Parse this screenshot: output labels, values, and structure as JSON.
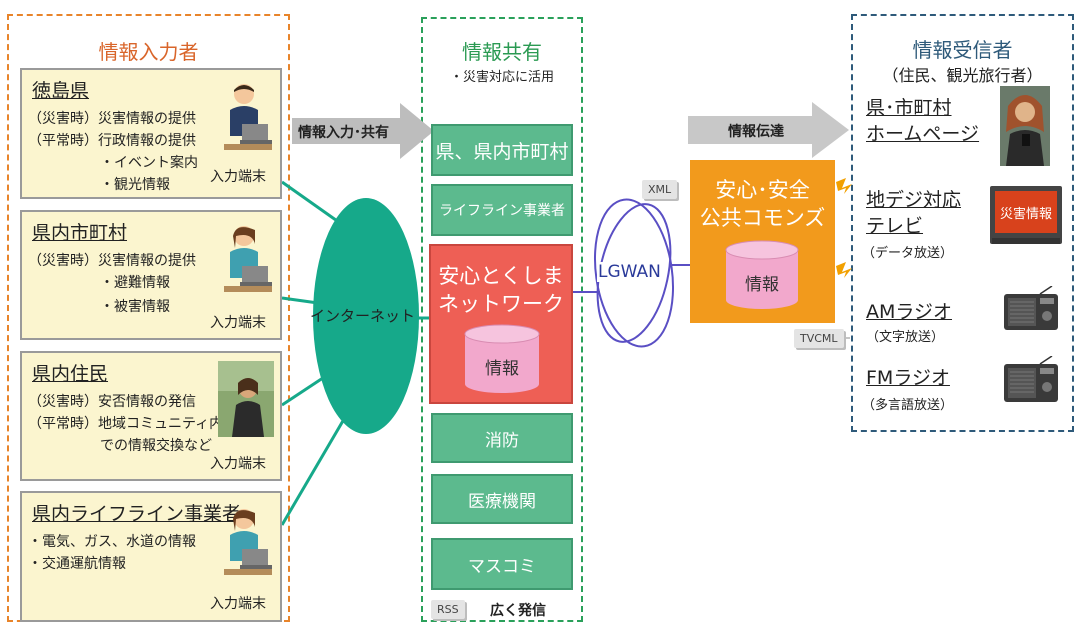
{
  "input_section": {
    "title": "情報入力者",
    "boxes": [
      {
        "title": "徳島県",
        "lines": [
          "（災害時）災害情報の提供",
          "（平常時）行政情報の提供",
          "・イベント案内",
          "・観光情報"
        ],
        "terminal": "入力端末"
      },
      {
        "title": "県内市町村",
        "lines": [
          "（災害時）災害情報の提供",
          "・避難情報",
          "・被害情報"
        ],
        "terminal": "入力端末"
      },
      {
        "title": "県内住民",
        "lines": [
          "（災害時）安否情報の発信",
          "（平常時）地域コミュニティ内",
          "での情報交換など"
        ],
        "terminal": "入力端末"
      },
      {
        "title": "県内ライフライン事業者",
        "lines": [
          "・電気、ガス、水道の情報",
          "・交通運航情報"
        ],
        "terminal": "入力端末"
      }
    ]
  },
  "internet_label": "インターネット",
  "input_arrow_label": "情報入力･共有",
  "share_section": {
    "title": "情報共有",
    "subtitle": "・災害対応に活用",
    "items": [
      "県、県内市町村",
      "ライフライン事業者",
      "消防",
      "医療機関",
      "マスコミ"
    ],
    "center_box": {
      "line1": "安心とくしま",
      "line2": "ネットワーク",
      "db_label": "情報"
    },
    "rss_label": "RSS",
    "broadcast_label": "広く発信"
  },
  "lgwan_label": "LGWAN",
  "xml_label": "XML",
  "tvcml_label": "TVCML",
  "transmit_arrow_label": "情報伝達",
  "commons": {
    "line1": "安心･安全",
    "line2": "公共コモンズ",
    "db_label": "情報"
  },
  "recv_section": {
    "title": "情報受信者",
    "subtitle": "（住民、観光旅行者）",
    "items": [
      {
        "line1": "県･市町村",
        "line2": "ホームページ",
        "sub": ""
      },
      {
        "line1": "地デジ対応",
        "line2": "テレビ",
        "sub": "（データ放送）"
      },
      {
        "line1": "AMラジオ",
        "line2": "",
        "sub": "（文字放送）"
      },
      {
        "line1": "FMラジオ",
        "line2": "",
        "sub": "（多言語放送）"
      }
    ],
    "tv_screen_text": "災害情報"
  },
  "colors": {
    "input_border": "#e8842a",
    "share_border": "#2aa05a",
    "recv_border": "#2e5a7a",
    "green_box": "#5cba8e",
    "red_box": "#ee5f55",
    "orange_box": "#f29a1c",
    "internet_ellipse": "#16a98a",
    "cylinder": "#f2a8cc"
  }
}
